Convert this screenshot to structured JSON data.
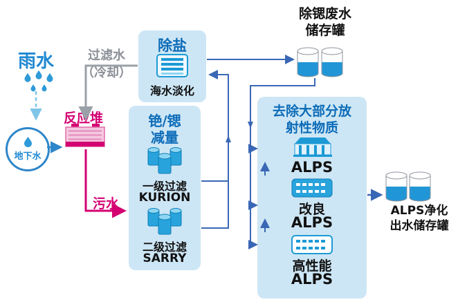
{
  "colors": {
    "accent_blue": "#0d6cb8",
    "bright_blue": "#1e88d2",
    "box_fill": "#cde6f5",
    "magenta": "#d40072",
    "gray": "#8b9097",
    "tank_blue": "#2196d6",
    "machine_blue": "#1d9ad6",
    "line_blue": "#3a67b5"
  },
  "nodes": {
    "rain": {
      "label": "雨水"
    },
    "groundwater": {
      "label": "地下水"
    },
    "reactor": {
      "label": "反应堆"
    },
    "cooling": {
      "line1": "过滤水",
      "line2": "（冷却）"
    },
    "sewage": {
      "label": "污水"
    },
    "desalination": {
      "title": "除盐",
      "caption": "海水淡化"
    },
    "reduction": {
      "title1": "铯/锶",
      "title2": "减量",
      "s1a": "一级过滤",
      "s1b": "KURION",
      "s2a": "二级过滤",
      "s2b": "SARRY"
    },
    "sr_tanks": {
      "line1": "除锶废水",
      "line2": "储存罐"
    },
    "alps": {
      "title1": "去除大部分放",
      "title2": "射性物质",
      "s1": "ALPS",
      "s2a": "改良",
      "s2b": "ALPS",
      "s3a": "高性能",
      "s3b": "ALPS"
    },
    "out_tanks": {
      "line1": "ALPS净化",
      "line2": "出水储存罐"
    }
  }
}
